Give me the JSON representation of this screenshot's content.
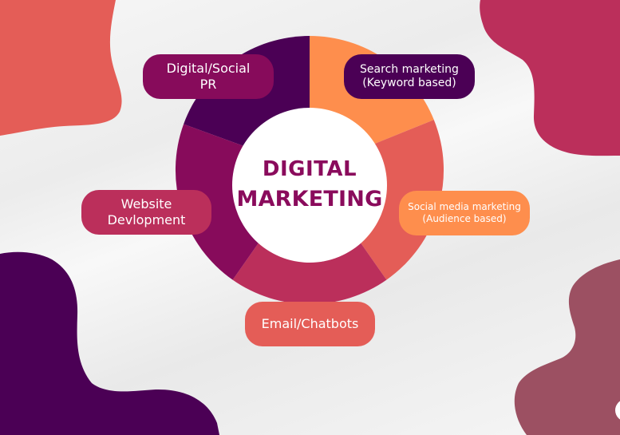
{
  "title": {
    "line1": "DIGITAL",
    "line2": "MARKETING",
    "color": "#8a0b5c"
  },
  "segments": [
    {
      "id": "search",
      "line1": "Search marketing",
      "line2": "(Keyword based)",
      "segment_color": "#fe8e4d",
      "pill_color": "#4b0055"
    },
    {
      "id": "social",
      "line1": "Social media marketing",
      "line2": "(Audience based)",
      "segment_color": "#e45d57",
      "pill_color": "#fe8e4d"
    },
    {
      "id": "email",
      "line1": "Email/Chatbots",
      "line2": "",
      "segment_color": "#bb2f5b",
      "pill_color": "#e45d57"
    },
    {
      "id": "website",
      "line1": "Website",
      "line2": "Devlopment",
      "segment_color": "#870b5b",
      "pill_color": "#bb2f5b"
    },
    {
      "id": "pr",
      "line1": "Digital/Social",
      "line2": "PR",
      "segment_color": "#4b0055",
      "pill_color": "#870b5b"
    }
  ],
  "background_blobs": {
    "top_left": "#e45d57",
    "top_right": "#bb2f5b",
    "bottom_left": "#4b0055",
    "bottom_right": "#9c5062"
  }
}
